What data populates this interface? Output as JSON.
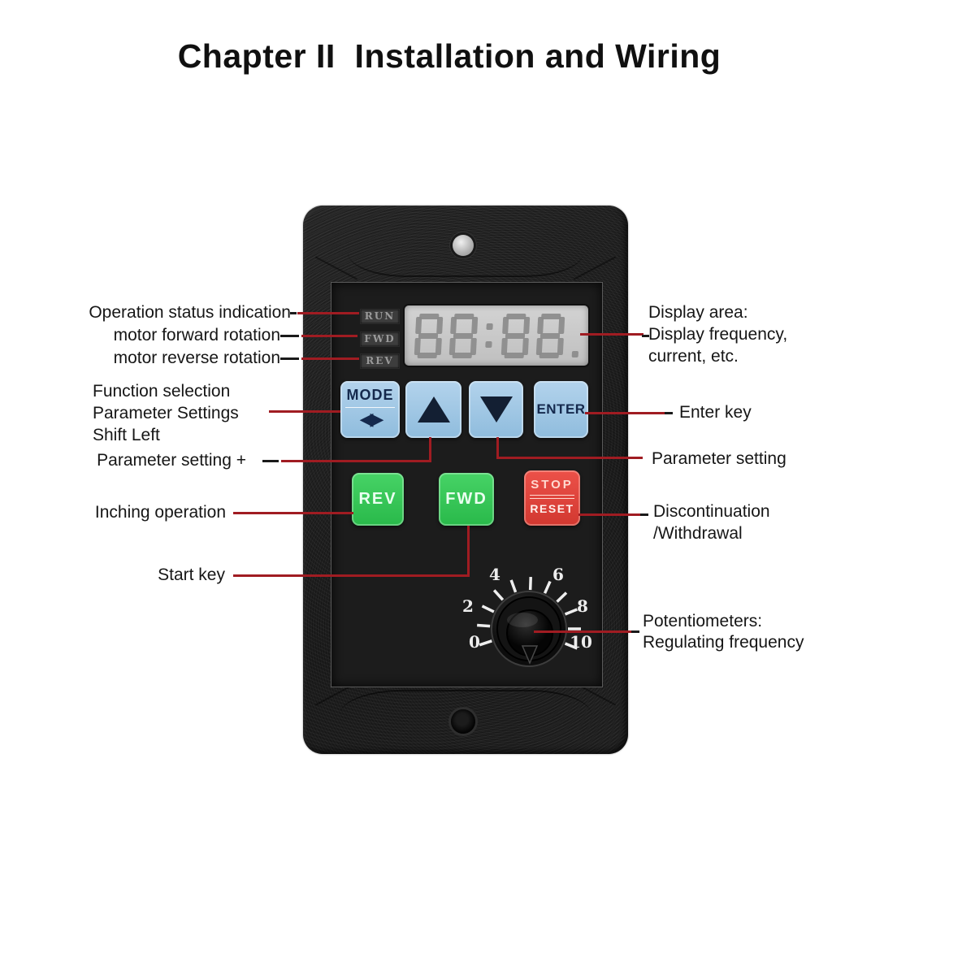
{
  "title": "Chapter II  Installation and Wiring",
  "device": {
    "indicators": [
      {
        "label": "RUN"
      },
      {
        "label": "FWD"
      },
      {
        "label": "REV"
      }
    ],
    "display": {
      "value": "88:88."
    },
    "buttons": {
      "mode": {
        "label": "MODE",
        "glyph": "◀▶"
      },
      "enter": {
        "label": "ENTER"
      },
      "rev": {
        "label": "REV"
      },
      "fwd": {
        "label": "FWD"
      },
      "stop_reset": {
        "line1": "STOP",
        "line2": "RESET"
      }
    },
    "potentiometer": {
      "scale": [
        "0",
        "2",
        "4",
        "6",
        "8",
        "10"
      ]
    }
  },
  "annotations": {
    "left": [
      {
        "lines": [
          "Operation status indication"
        ]
      },
      {
        "lines": [
          "motor forward rotation"
        ]
      },
      {
        "lines": [
          "motor reverse rotation"
        ]
      },
      {
        "lines": [
          "Function selection",
          "Parameter Settings",
          "Shift Left"
        ]
      },
      {
        "lines": [
          "Parameter setting +"
        ]
      },
      {
        "lines": [
          "Inching operation"
        ]
      },
      {
        "lines": [
          "Start key"
        ]
      }
    ],
    "right": [
      {
        "lines": [
          "Display area:",
          "Display frequency,",
          "current, etc."
        ]
      },
      {
        "lines": [
          "Enter key"
        ]
      },
      {
        "lines": [
          "Parameter setting"
        ]
      },
      {
        "lines": [
          "Discontinuation",
          "/Withdrawal"
        ]
      },
      {
        "lines": [
          "Potentiometers:",
          "Regulating frequency"
        ]
      }
    ]
  },
  "colors": {
    "leader_line": "#a01c22",
    "button_blue": "#a2c9e4",
    "button_green": "#33c553",
    "button_red": "#dc423a",
    "lcd_background": "#c9c9c9",
    "lcd_segment": "#8b8b8b"
  }
}
